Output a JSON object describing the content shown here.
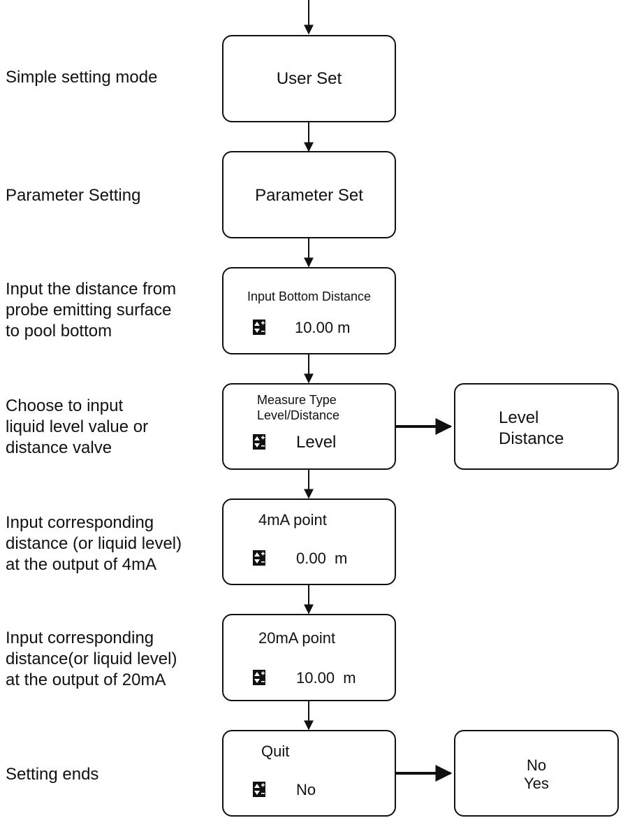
{
  "labels": {
    "simple_mode": "Simple setting mode",
    "param_setting": "Parameter Setting",
    "input_distance": [
      "Input the distance from",
      "probe emitting surface",
      "to pool bottom"
    ],
    "choose_type": [
      "Choose to input",
      "liquid level value or",
      "distance valve"
    ],
    "input_4ma": [
      "Input corresponding",
      "distance (or liquid level)",
      "at the output of 4mA"
    ],
    "input_20ma": [
      "Input corresponding",
      "distance(or liquid level)",
      "at the output of 20mA"
    ],
    "setting_ends": "Setting ends"
  },
  "boxes": {
    "user_set": "User Set",
    "parameter_set": "Parameter Set",
    "bottom_distance": {
      "title": "Input Bottom Distance",
      "value": "10.00 m"
    },
    "measure_type": {
      "title_line1": "Measure Type",
      "title_line2": "Level/Distance",
      "value": "Level"
    },
    "measure_options": [
      "Level",
      "Distance"
    ],
    "ma4": {
      "title": "4mA point",
      "value": "0.00  m"
    },
    "ma20": {
      "title": "20mA point",
      "value": "10.00  m"
    },
    "quit": {
      "title": "Quit",
      "value": "No"
    },
    "quit_options": [
      "No",
      "Yes"
    ]
  },
  "icons": {
    "adjust": "plus-minus-adjust-icon"
  }
}
